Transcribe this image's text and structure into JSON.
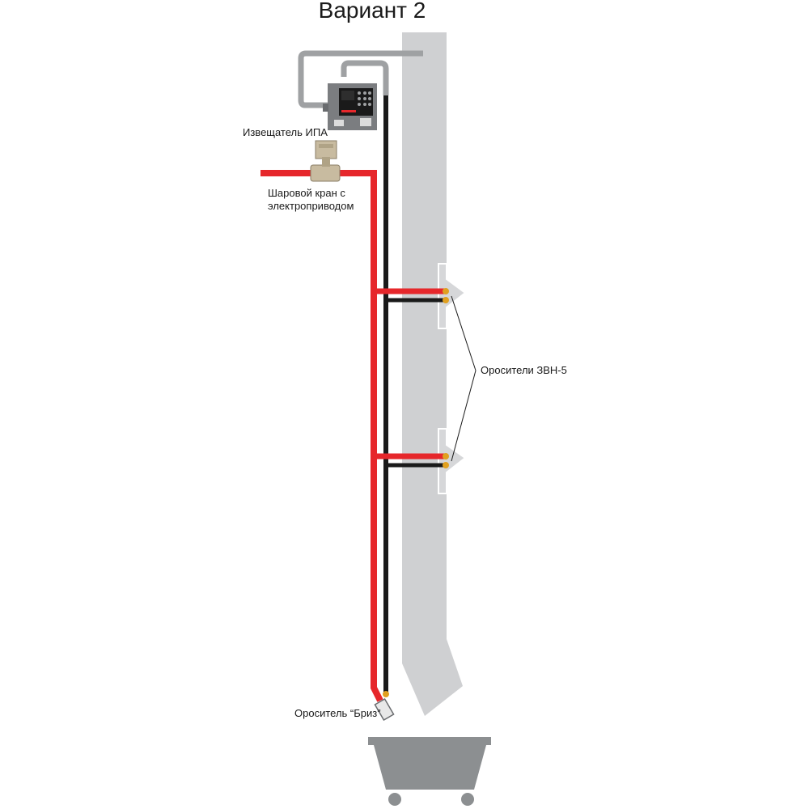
{
  "title": "Вариант 2",
  "labels": {
    "detector": "Извещатель ИПА",
    "valve_line1": "Шаровой кран с",
    "valve_line2": "электроприводом",
    "sprinklers_zvn": "Оросители ЗВН-5",
    "sprinkler_briz": "Ороситель “Бриз”"
  },
  "colors": {
    "chute": "#cfd0d2",
    "water_pipe": "#e6272b",
    "signal_pipe": "#1a1a1a",
    "cable": "#9fa1a3",
    "cart": "#8c8f91",
    "panel": "#7b7d80",
    "nozzle": "#e0a020"
  }
}
